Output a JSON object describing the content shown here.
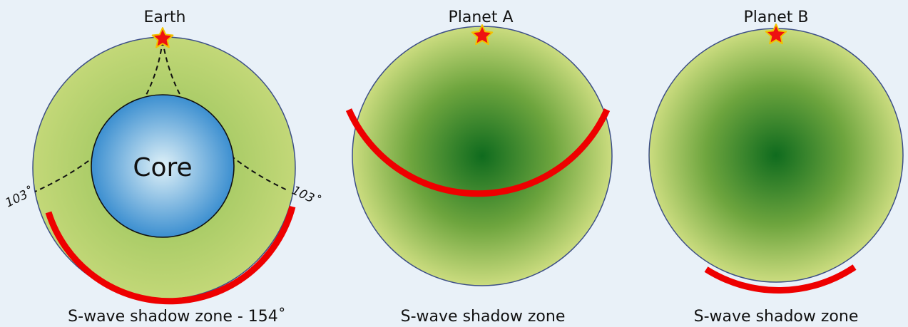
{
  "panels": [
    {
      "title": "Earth",
      "core_label": "Core",
      "angle_left": "103˚",
      "angle_right": "103˚",
      "caption": "S-wave shadow zone - 154˚"
    },
    {
      "title": "Planet A",
      "caption": "S-wave shadow zone"
    },
    {
      "title": "Planet B",
      "caption": "S-wave shadow zone"
    }
  ],
  "colors": {
    "background": "#e9f1f8",
    "planet_center": "#0f6b1e",
    "planet_edge": "#cbdc7f",
    "mantle": "#c3d878",
    "core_center": "#dff1f8",
    "core_edge": "#3c8fd0",
    "shadow_zone": "#ee0000",
    "epicenter_star": "#ee1111",
    "epicenter_star_outline": "#f2c200"
  },
  "icons": {
    "epicenter": "star-icon"
  }
}
